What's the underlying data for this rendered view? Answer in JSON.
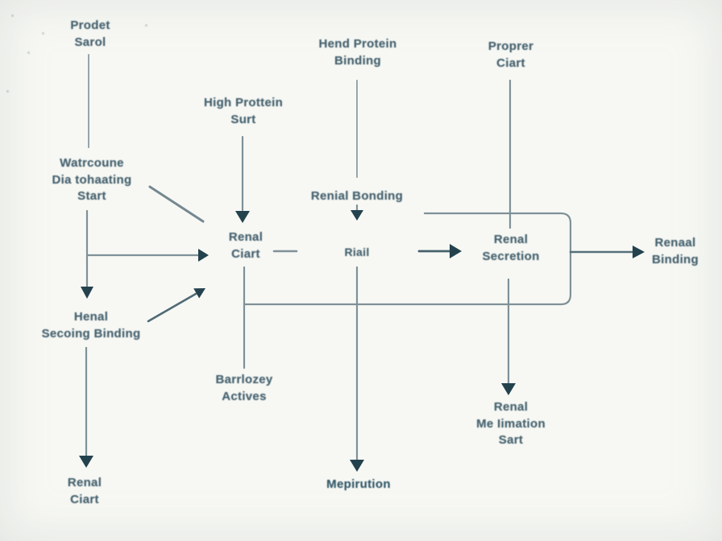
{
  "diagram": {
    "type": "flowchart",
    "colors": {
      "background": "#f7f8f4",
      "line": "#7f9198",
      "line_light": "#97a5a9",
      "arrowhead": "#24424e",
      "text": "#46626f"
    },
    "nodes": {
      "prodet_sarol": {
        "lines": [
          "Prodet",
          "Sarol"
        ]
      },
      "watrcoune": {
        "lines": [
          "Watrcoune",
          "Dia tohaating",
          "Start"
        ]
      },
      "high_prottein": {
        "lines": [
          "High Prottein",
          "Surt"
        ]
      },
      "hend_protein": {
        "lines": [
          "Hend Protein",
          "Binding"
        ]
      },
      "proprer_ciart": {
        "lines": [
          "Proprer",
          "Ciart"
        ]
      },
      "renial_bonding": {
        "lines": [
          "Renial Bonding"
        ]
      },
      "renal_ciart": {
        "lines": [
          "Renal",
          "Ciart"
        ]
      },
      "riail": {
        "lines": [
          "Riail"
        ]
      },
      "renal_secretion": {
        "lines": [
          "Renal",
          "Secretion"
        ]
      },
      "renaal_binding": {
        "lines": [
          "Renaal",
          "Binding"
        ]
      },
      "henal_secoing": {
        "lines": [
          "Henal",
          "Secoing Binding"
        ]
      },
      "barrlozey": {
        "lines": [
          "Barrlozey",
          "Actives"
        ]
      },
      "mepirution": {
        "lines": [
          "Mepirution"
        ]
      },
      "renal_me_iimation": {
        "lines": [
          "Renal",
          "Me Iimation",
          "Sart"
        ]
      },
      "renal_ciart_bottom": {
        "lines": [
          "Renal",
          "Ciart"
        ]
      }
    },
    "edges": [
      {
        "from": "prodet_sarol",
        "to": "watrcoune",
        "style": "line"
      },
      {
        "from": "watrcoune",
        "to": "henal_secoing",
        "style": "arrow"
      },
      {
        "from": "watrcoune",
        "to": "renal_ciart",
        "style": "arrow"
      },
      {
        "from": "watrcoune",
        "to": "renal_ciart",
        "style": "line-diagonal"
      },
      {
        "from": "high_prottein",
        "to": "renal_ciart",
        "style": "arrow"
      },
      {
        "from": "hend_protein",
        "to": "renial_bonding",
        "style": "line"
      },
      {
        "from": "renial_bonding",
        "to": "riail",
        "style": "arrow"
      },
      {
        "from": "proprer_ciart",
        "to": "renal_secretion",
        "style": "line"
      },
      {
        "from": "renal_ciart",
        "to": "riail",
        "style": "dash"
      },
      {
        "from": "riail",
        "to": "renal_secretion",
        "style": "arrow"
      },
      {
        "from": "renial_bonding",
        "to": "renal_ciart",
        "style": "loop-right"
      },
      {
        "from": "renal_ciart",
        "to": "barrlozey",
        "style": "line"
      },
      {
        "from": "riail",
        "to": "mepirution",
        "style": "arrow"
      },
      {
        "from": "renal_secretion",
        "to": "renal_me_iimation",
        "style": "arrow"
      },
      {
        "from": "renal_secretion",
        "to": "renaal_binding",
        "style": "arrow"
      },
      {
        "from": "henal_secoing",
        "to": "renal_ciart",
        "style": "arrow-diagonal"
      },
      {
        "from": "henal_secoing",
        "to": "renal_ciart_bottom",
        "style": "arrow"
      }
    ]
  }
}
